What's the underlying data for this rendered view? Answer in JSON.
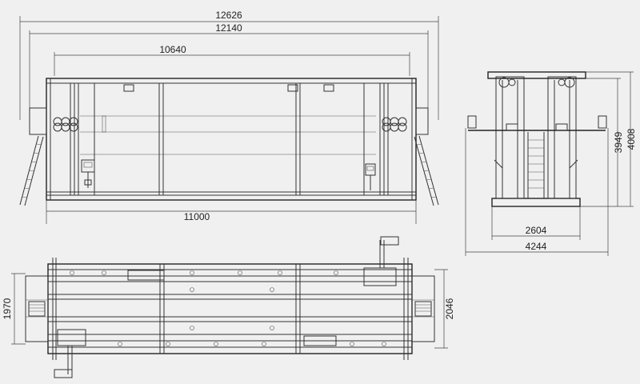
{
  "drawing": {
    "front_view": {
      "dim_overall": "12626",
      "dim_frame": "12140",
      "dim_inner": "10640",
      "dim_base": "11000"
    },
    "side_view": {
      "dim_base_inner": "2604",
      "dim_base_outer": "4244",
      "dim_height_inner": "3949",
      "dim_height_outer": "4008"
    },
    "top_view": {
      "dim_left_width": "1970",
      "dim_right_width": "2046"
    }
  },
  "colors": {
    "background": "#f0f0f0",
    "line": "#333333"
  }
}
